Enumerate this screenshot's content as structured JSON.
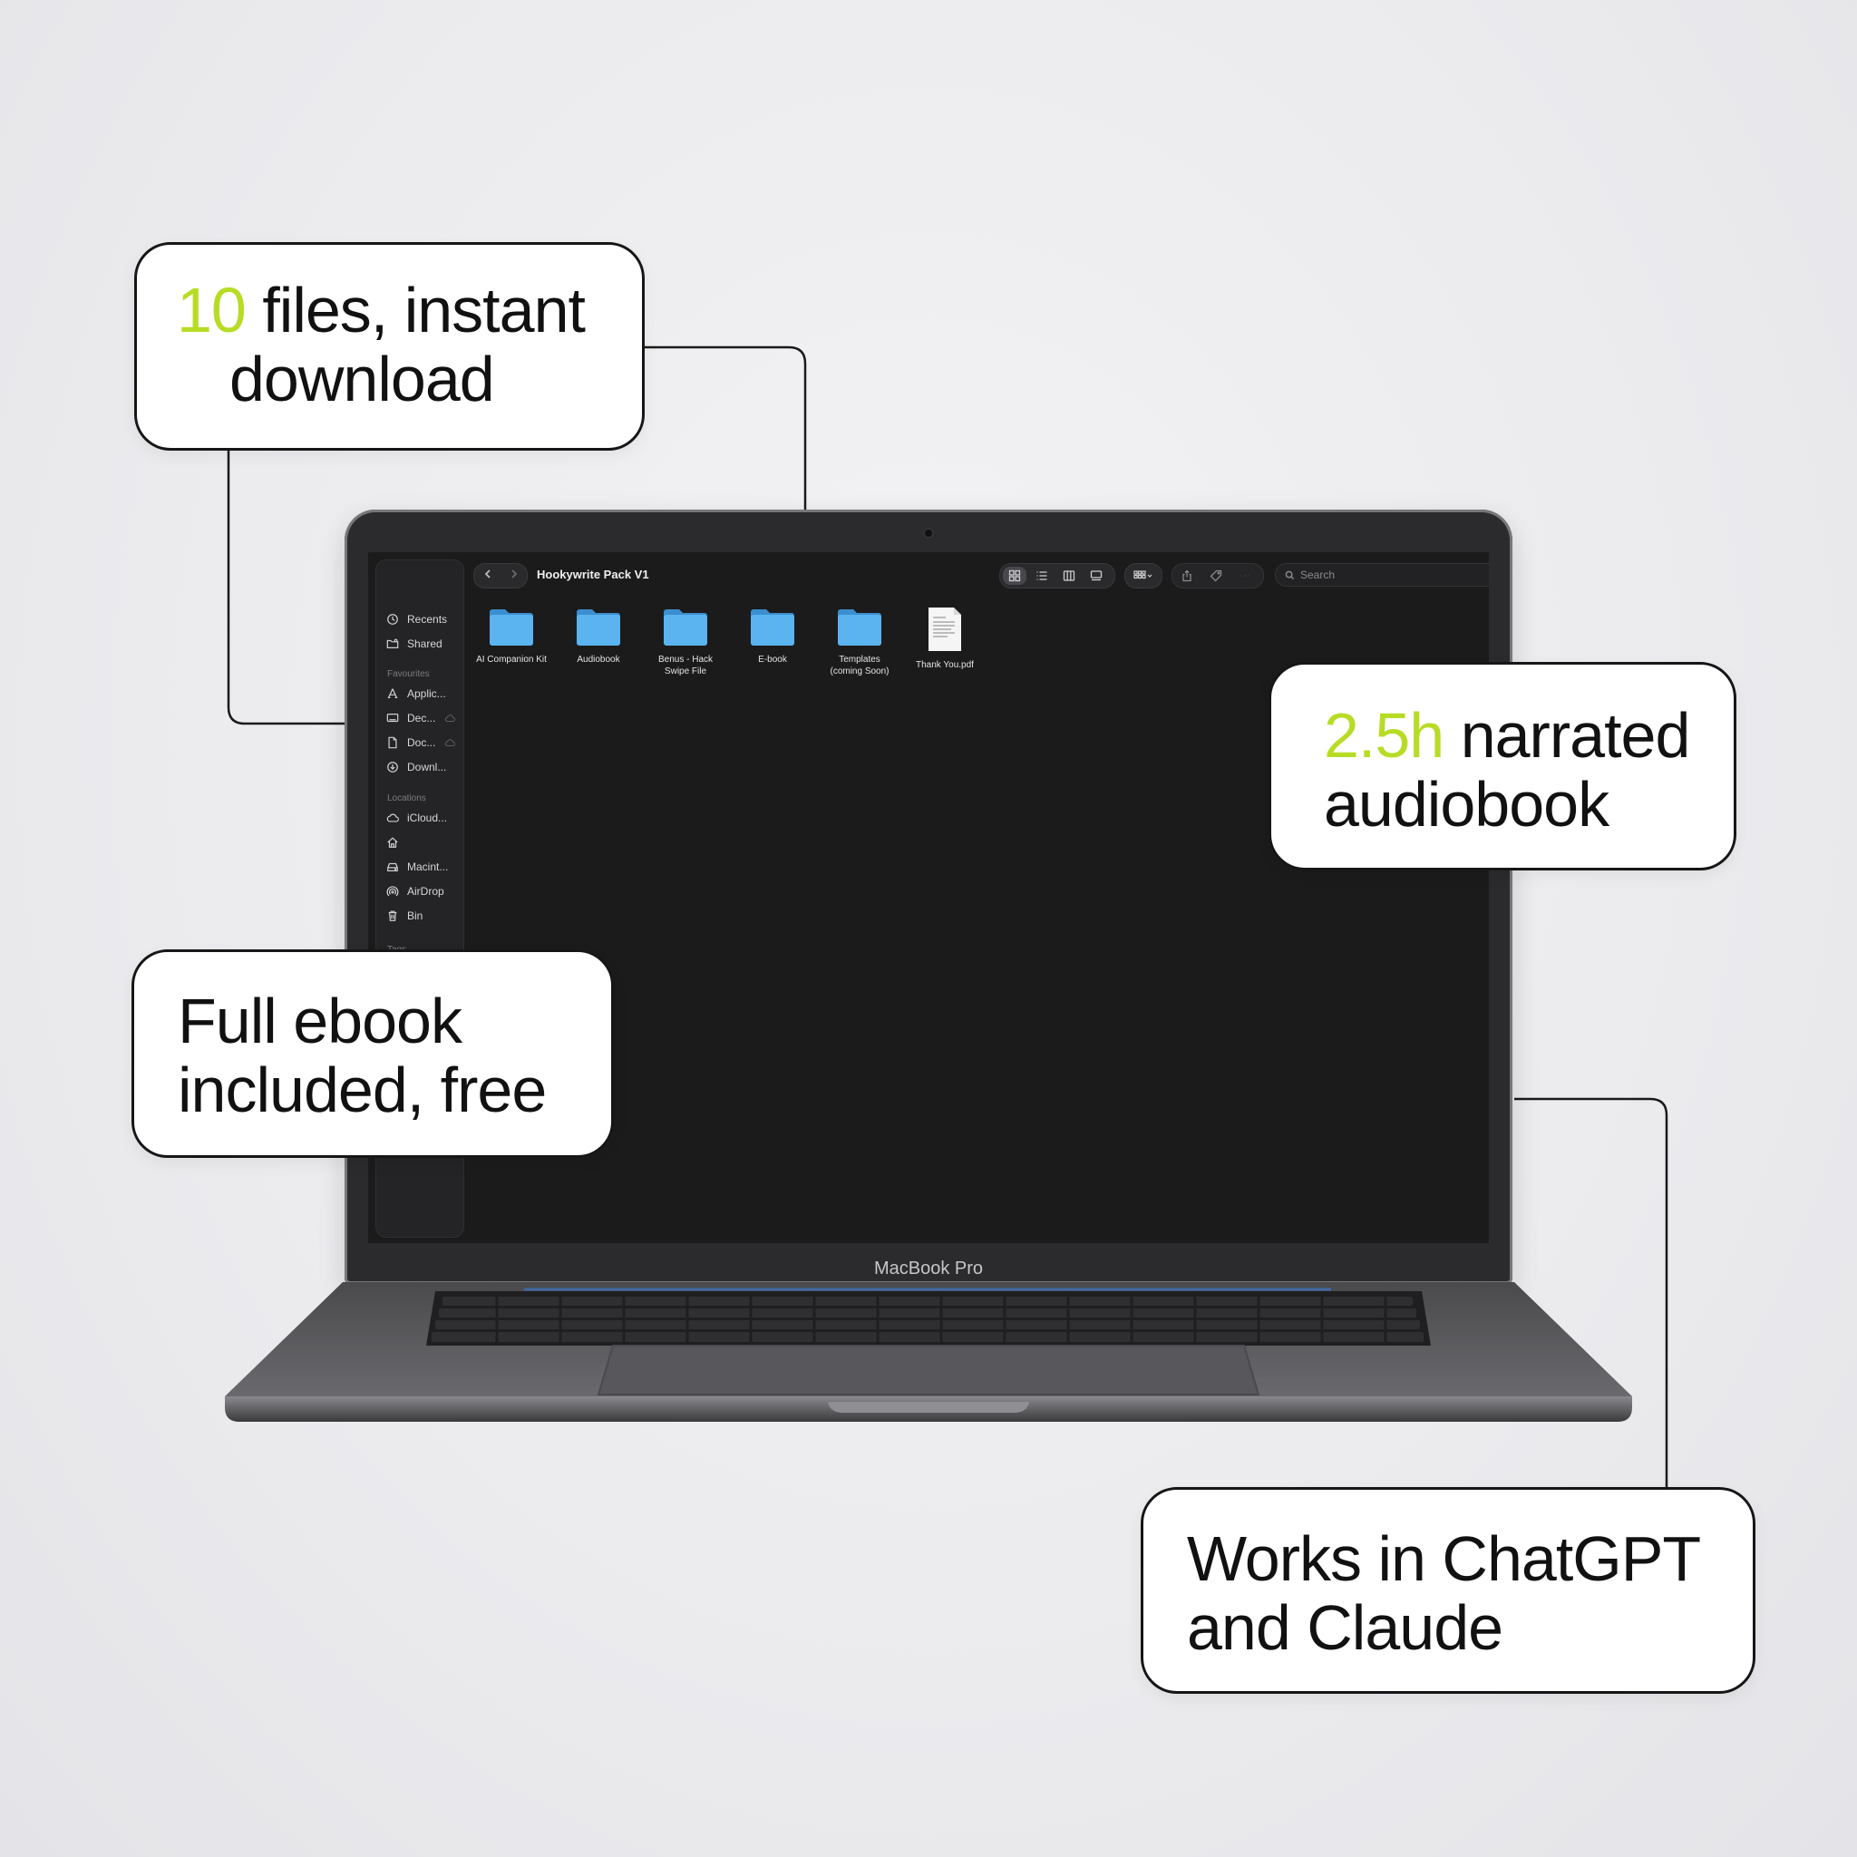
{
  "callouts": {
    "files": {
      "highlight": "10",
      "line1_rest": " files, instant",
      "line2": "download"
    },
    "audiobook": {
      "highlight": "2.5h",
      "line1_rest": " narrated",
      "line2": "audiobook"
    },
    "ebook": {
      "line1": "Full ebook",
      "line2": "included, free"
    },
    "works": {
      "line1": "Works in ChatGPT",
      "line2": "and Claude"
    }
  },
  "laptop": {
    "model_label": "MacBook Pro"
  },
  "finder": {
    "window_title": "Hookywrite Pack V1",
    "search": {
      "placeholder": "Search",
      "value": ""
    },
    "sidebar": {
      "top_items": [
        {
          "label": "Recents",
          "icon": "clock-icon"
        },
        {
          "label": "Shared",
          "icon": "shared-folder-icon"
        }
      ],
      "favourites_heading": "Favourites",
      "favourites": [
        {
          "label": "Applic...",
          "icon": "applications-icon"
        },
        {
          "label": "Dec...",
          "icon": "desktop-icon"
        },
        {
          "label": "Doc...",
          "icon": "document-icon"
        },
        {
          "label": "Downl...",
          "icon": "download-icon"
        }
      ],
      "locations_heading": "Locations",
      "locations": [
        {
          "label": "iCloud...",
          "icon": "cloud-icon"
        },
        {
          "label": "",
          "icon": "home-icon"
        },
        {
          "label": "Macint...",
          "icon": "disk-icon"
        },
        {
          "label": "AirDrop",
          "icon": "airdrop-icon"
        },
        {
          "label": "Bin",
          "icon": "trash-icon"
        }
      ],
      "tags_heading": "Tags"
    },
    "files": [
      {
        "line1": "AI Companion Kit",
        "line2": "",
        "type": "folder"
      },
      {
        "line1": "Audiobook",
        "line2": "",
        "type": "folder"
      },
      {
        "line1": "Benus - Hack",
        "line2": "Swipe File",
        "type": "folder"
      },
      {
        "line1": "E-book",
        "line2": "",
        "type": "folder"
      },
      {
        "line1": "Templates",
        "line2": "(coming Soon)",
        "type": "folder"
      },
      {
        "line1": "Thank You.pdf",
        "line2": "",
        "type": "pdf"
      }
    ]
  },
  "colors": {
    "highlight": "#b7dc25",
    "folder": "#4aa6e8",
    "screen": "#1b1b1c"
  }
}
